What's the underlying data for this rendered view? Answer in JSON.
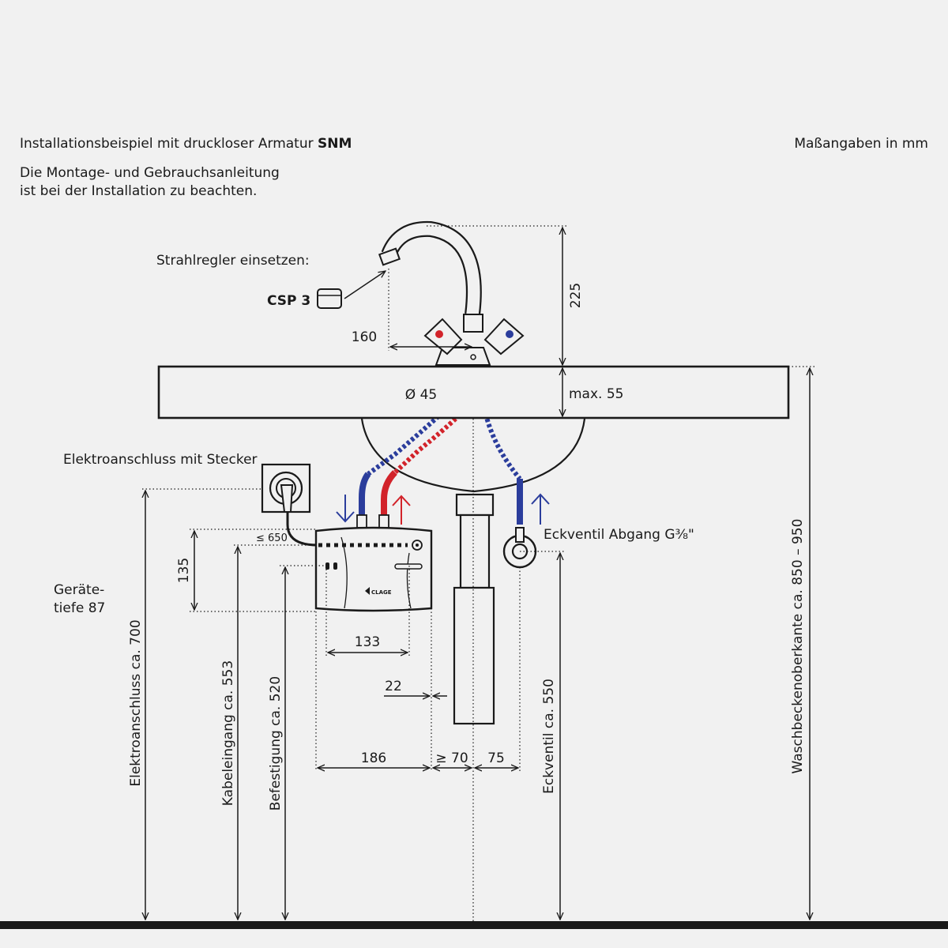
{
  "header": {
    "title_prefix": "Installationsbeispiel mit druckloser Armatur",
    "title_bold": "SNM",
    "units": "Maßangaben in mm",
    "note_line1": "Die Montage- und Gebrauchsanleitung",
    "note_line2": "ist bei der Installation zu beachten."
  },
  "callouts": {
    "aerator": "Strahlregler einsetzen:",
    "aerator_part": "CSP 3",
    "electro": "Elektroanschluss mit Stecker",
    "valve": "Eckventil Abgang G⅜\"",
    "depth_line1": "Geräte-",
    "depth_line2": "tiefe 87",
    "brand": "CLAGE"
  },
  "dimensions": {
    "faucet_height": "225",
    "spout_reach": "160",
    "hole_diameter": "Ø 45",
    "counter_thickness": "max. 55",
    "cable_length": "≤ 650",
    "unit_height": "135",
    "mount_spacing": "133",
    "offset": "22",
    "unit_width": "186",
    "min_gap": "≥ 70",
    "valve_offset": "75",
    "electro_height": "Elektroanschluss ca. 700",
    "cable_inlet": "Kabeleingang ca. 553",
    "mounting": "Befestigung ca. 520",
    "valve_height": "Eckventil ca. 550",
    "basin_edge": "Waschbeckenoberkante ca. 850 – 950"
  },
  "colors": {
    "hot": "#d2232a",
    "cold": "#2b3d9c",
    "line": "#1a1a1a",
    "background": "#f1f1f1"
  }
}
